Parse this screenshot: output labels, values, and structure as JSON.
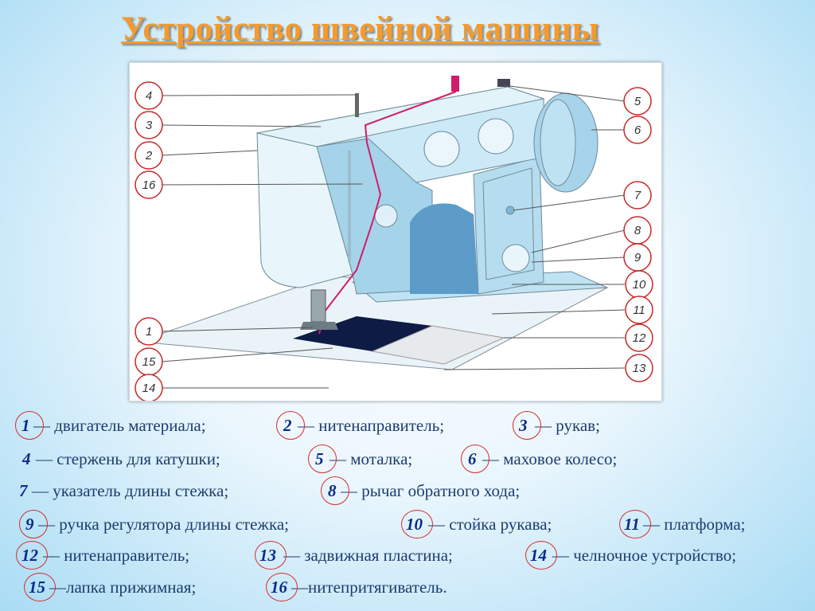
{
  "title": "Устройство швейной машины",
  "diagram": {
    "callouts": [
      "4",
      "3",
      "2",
      "16",
      "5",
      "6",
      "7",
      "8",
      "9",
      "10",
      "11",
      "12",
      "1",
      "15",
      "14",
      "13"
    ]
  },
  "legend": [
    [
      {
        "n": "1",
        "t": "— двигатель материала;"
      },
      {
        "n": "2",
        "t": "— нитенаправитель;"
      },
      {
        "n": "3",
        "t": "— рукав;"
      }
    ],
    [
      {
        "n": "4",
        "t": "— стержень для катушки;"
      },
      {
        "n": "5",
        "t": "— моталка;"
      },
      {
        "n": "6",
        "t": "— маховое колесо;"
      }
    ],
    [
      {
        "n": "7",
        "t": "— указатель длины стежка;"
      },
      {
        "n": "8",
        "t": "—  рычаг обратного хода;"
      }
    ],
    [
      {
        "n": "9",
        "t": "— ручка регулятора длины стежка;"
      },
      {
        "n": "10",
        "t": "— стойка рукава;"
      },
      {
        "n": "11",
        "t": "— платформа;"
      }
    ],
    [
      {
        "n": "12",
        "t": "— нитенаправитель;"
      },
      {
        "n": "13",
        "t": "— задвижная пластина;"
      },
      {
        "n": "14",
        "t": "— челночное устройство;"
      }
    ],
    [
      {
        "n": "15",
        "t": "—лапка прижимная;"
      },
      {
        "n": "16",
        "t": "—нитепритягиватель."
      }
    ]
  ]
}
